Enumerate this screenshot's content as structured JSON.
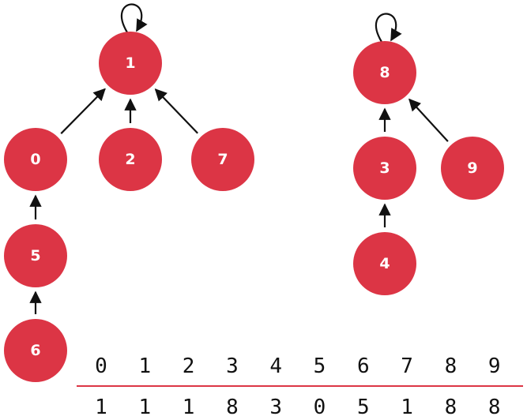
{
  "nodes": [
    {
      "id": "0",
      "label": "0"
    },
    {
      "id": "1",
      "label": "1"
    },
    {
      "id": "2",
      "label": "2"
    },
    {
      "id": "3",
      "label": "3"
    },
    {
      "id": "4",
      "label": "4"
    },
    {
      "id": "5",
      "label": "5"
    },
    {
      "id": "6",
      "label": "6"
    },
    {
      "id": "7",
      "label": "7"
    },
    {
      "id": "8",
      "label": "8"
    },
    {
      "id": "9",
      "label": "9"
    }
  ],
  "edges": [
    {
      "from": "0",
      "to": "1"
    },
    {
      "from": "2",
      "to": "1"
    },
    {
      "from": "7",
      "to": "1"
    },
    {
      "from": "5",
      "to": "0"
    },
    {
      "from": "6",
      "to": "5"
    },
    {
      "from": "3",
      "to": "8"
    },
    {
      "from": "9",
      "to": "8"
    },
    {
      "from": "4",
      "to": "3"
    },
    {
      "from": "1",
      "to": "1"
    },
    {
      "from": "8",
      "to": "8"
    }
  ],
  "table": {
    "indices": [
      "0",
      "1",
      "2",
      "3",
      "4",
      "5",
      "6",
      "7",
      "8",
      "9"
    ],
    "parents": [
      "1",
      "1",
      "1",
      "8",
      "3",
      "0",
      "5",
      "1",
      "8",
      "8"
    ]
  },
  "colors": {
    "node": "#dc3545",
    "node_text": "#ffffff",
    "edge": "#111111",
    "divider": "#dc3545"
  }
}
